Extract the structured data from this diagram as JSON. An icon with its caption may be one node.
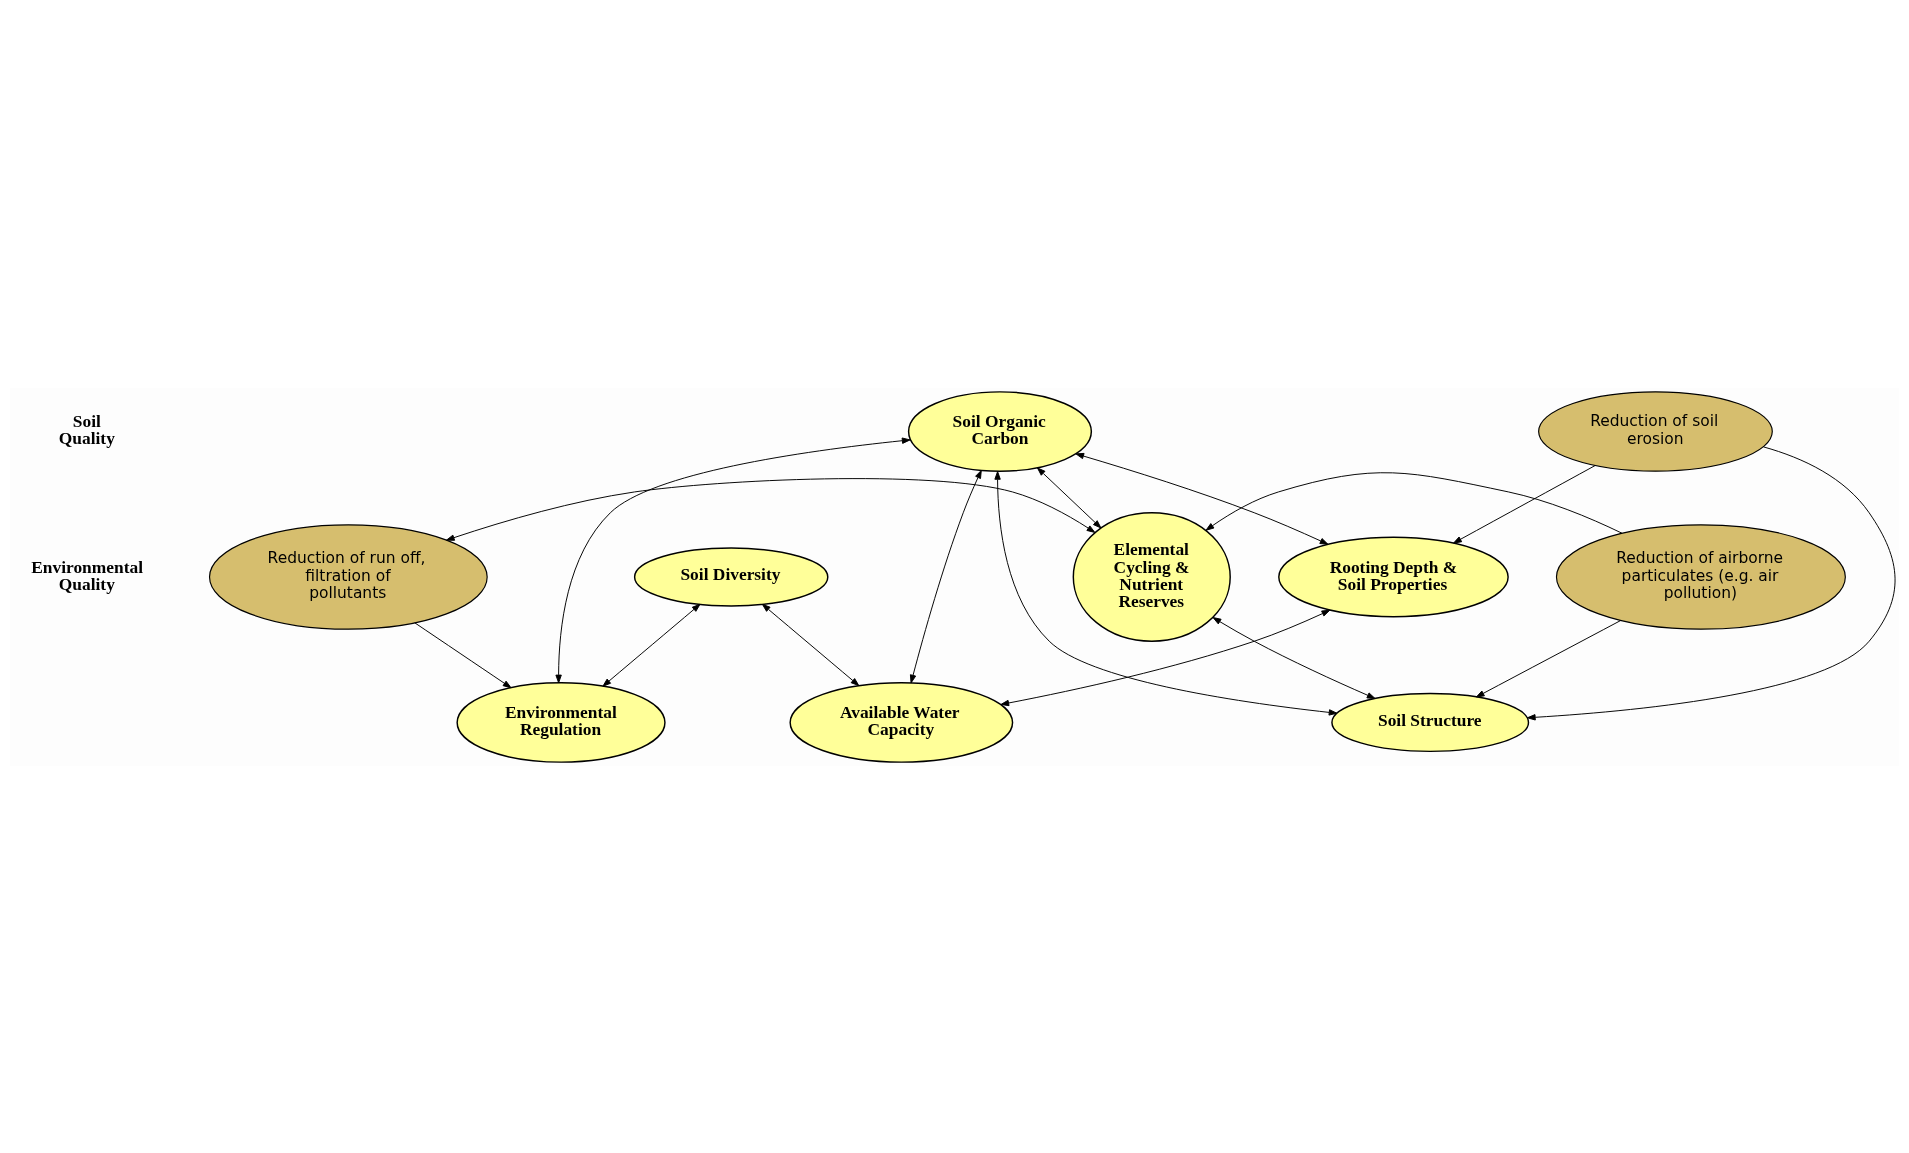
{
  "diagram": {
    "nodes": [
      {
        "text": [
          "Available Water Capacity"
        ]
      },
      {
        "text": [
          "Soil Diversity"
        ]
      },
      {
        "text": [
          "Rooting Depth & Soil Properties"
        ]
      },
      {
        "text": [
          "Soil Organic Carbon"
        ]
      },
      {
        "text": [
          "Reduction of soil erosion"
        ]
      },
      {
        "text": [
          "Environmental Regulation"
        ]
      },
      {
        "text": [
          "Soil Structure"
        ]
      },
      {
        "text": [
          "Reduction of run off, filtration of pollutants"
        ]
      },
      {
        "text": [
          "Elemental Cycling & Nutrient Reserves"
        ]
      },
      {
        "text": [
          "Reduction of airborne particulates (e.g. air pollution)"
        ]
      }
    ],
    "edges": [
      {
        "from": 1,
        "to": 0,
        "arrow": "both"
      },
      {
        "from": 0,
        "to": 2,
        "arrow": "both"
      },
      {
        "from": 0,
        "to": 3,
        "arrow": "both"
      },
      {
        "from": 2,
        "to": 3,
        "arrow": "both"
      },
      {
        "from": 4,
        "to": 2,
        "arrow": "to"
      },
      {
        "from": 4,
        "to": 6,
        "arrow": "to"
      },
      {
        "from": 1,
        "to": 5,
        "arrow": "both"
      },
      {
        "from": 3,
        "to": 5,
        "arrow": "both"
      },
      {
        "from": 3,
        "to": 6,
        "arrow": "both"
      },
      {
        "from": 3,
        "to": 8,
        "arrow": "both"
      },
      {
        "from": 6,
        "to": 8,
        "arrow": "both"
      },
      {
        "from": 7,
        "to": 5,
        "arrow": "to"
      },
      {
        "from": 7,
        "to": 8,
        "arrow": "both"
      },
      {
        "from": 9,
        "to": 8,
        "arrow": "to"
      },
      {
        "from": 9,
        "to": 6,
        "arrow": "to"
      }
    ],
    "labels": [
      "Soil Quality",
      "Environmental Quality"
    ]
  }
}
